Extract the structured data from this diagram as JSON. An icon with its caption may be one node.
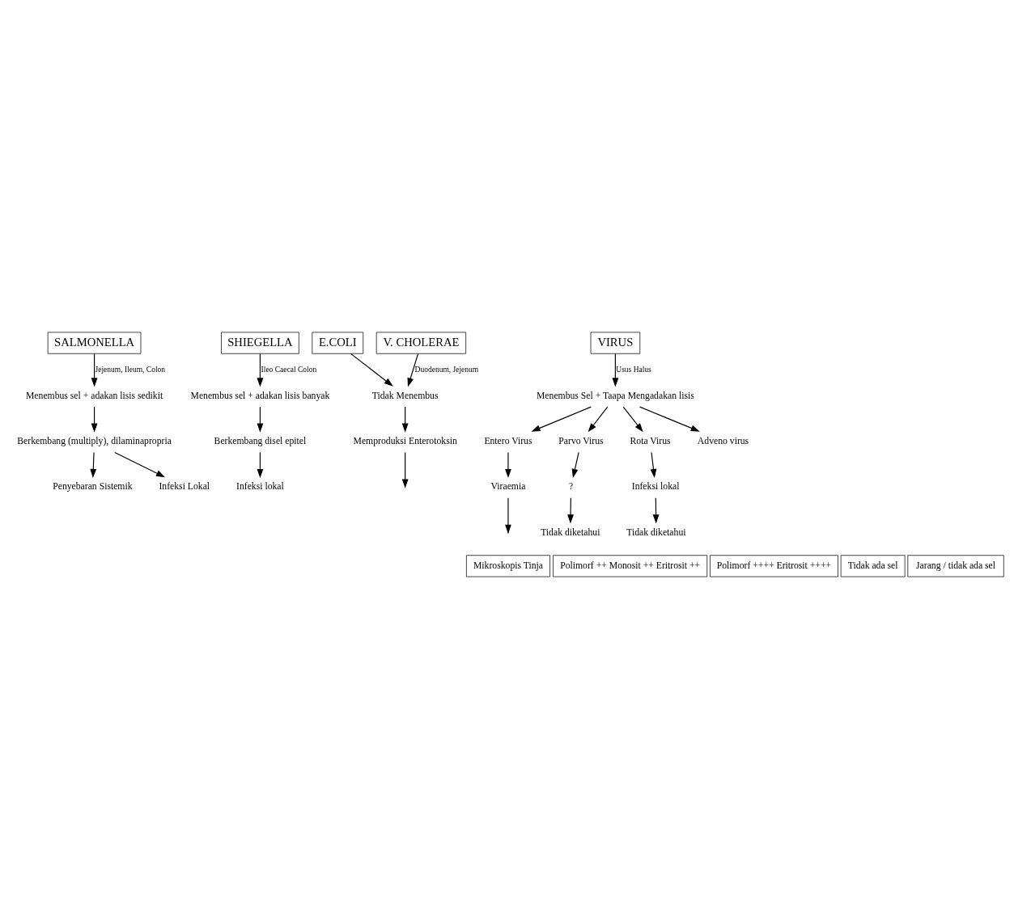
{
  "diagram": {
    "nodes": [
      {
        "text": [
          "SALMONELLA"
        ]
      },
      {
        "text": [
          "SHIEGELLA"
        ]
      },
      {
        "text": [
          "E.COLI"
        ]
      },
      {
        "text": [
          "V. CHOLERAE"
        ]
      },
      {
        "text": [
          "VIRUS"
        ]
      },
      {
        "text": [
          "Menembus sel + adakan lisis sedikit"
        ]
      },
      {
        "text": [
          "Menembus sel + adakan lisis banyak"
        ]
      },
      {
        "text": [
          "Tidak Menembus"
        ]
      },
      {
        "text": [
          "Menembus Sel + Taapa Mengadakan lisis"
        ]
      },
      {
        "text": [
          "Berkembang (multiply), dilaminapropria"
        ]
      },
      {
        "text": [
          "Berkembang disel epitel"
        ]
      },
      {
        "text": [
          "Memproduksi Enterotoksin"
        ]
      },
      {
        "text": [
          "Entero Virus"
        ]
      },
      {
        "text": [
          "Parvo Virus"
        ]
      },
      {
        "text": [
          "Rota Virus"
        ]
      },
      {
        "text": [
          "Adveno virus"
        ]
      },
      {
        "text": [
          "Penyebaran Sistemik"
        ]
      },
      {
        "text": [
          "Infeksi Lokal"
        ]
      },
      {
        "text": [
          "Infeksi lokal"
        ]
      },
      {
        "text": [
          "Viraemia"
        ]
      },
      {
        "text": [
          "?"
        ]
      },
      {
        "text": [
          "Infeksi lokal"
        ]
      },
      {
        "text": [
          "Tidak diketahui"
        ]
      },
      {
        "text": [
          "Tidak diketahui"
        ]
      },
      {
        "text": [
          "Mikroskopis Tinja"
        ]
      },
      {
        "text": [
          "Polimorf ++ Monosit ++ Eritrosit ++"
        ]
      },
      {
        "text": [
          "Polimorf ++++ Eritrosit ++++"
        ]
      },
      {
        "text": [
          "Tidak ada sel"
        ]
      },
      {
        "text": [
          "Jarang / tidak ada sel"
        ]
      }
    ],
    "edges": [
      {
        "from": 0,
        "to": 5,
        "arrow": "to",
        "label": "Jejenum, Ileum, Colon"
      },
      {
        "from": 1,
        "to": 6,
        "arrow": "to",
        "label": "Ileo Caecal Colon"
      },
      {
        "from": 2,
        "to": 7,
        "arrow": "to"
      },
      {
        "from": 3,
        "to": 7,
        "arrow": "to",
        "label": "Duodenum, Jejenum"
      },
      {
        "from": 4,
        "to": 8,
        "arrow": "to",
        "label": "Usus Halus"
      },
      {
        "from": 5,
        "to": 9,
        "arrow": "to"
      },
      {
        "from": 6,
        "to": 10,
        "arrow": "to"
      },
      {
        "from": 7,
        "to": 11,
        "arrow": "to"
      },
      {
        "from": 8,
        "to": 12,
        "arrow": "to"
      },
      {
        "from": 8,
        "to": 13,
        "arrow": "to"
      },
      {
        "from": 8,
        "to": 14,
        "arrow": "to"
      },
      {
        "from": 8,
        "to": 15,
        "arrow": "to"
      },
      {
        "from": 9,
        "to": 16,
        "arrow": "to"
      },
      {
        "from": 9,
        "to": 17,
        "arrow": "to"
      },
      {
        "from": 10,
        "to": 18,
        "arrow": "to"
      },
      {
        "from": 11,
        "to": null,
        "arrow": "to"
      },
      {
        "from": 12,
        "to": 19,
        "arrow": "to"
      },
      {
        "from": 13,
        "to": 20,
        "arrow": "to"
      },
      {
        "from": 14,
        "to": 21,
        "arrow": "to"
      },
      {
        "from": 19,
        "to": null,
        "arrow": "to"
      },
      {
        "from": 20,
        "to": 22,
        "arrow": "to"
      },
      {
        "from": 21,
        "to": 23,
        "arrow": "to"
      }
    ]
  }
}
